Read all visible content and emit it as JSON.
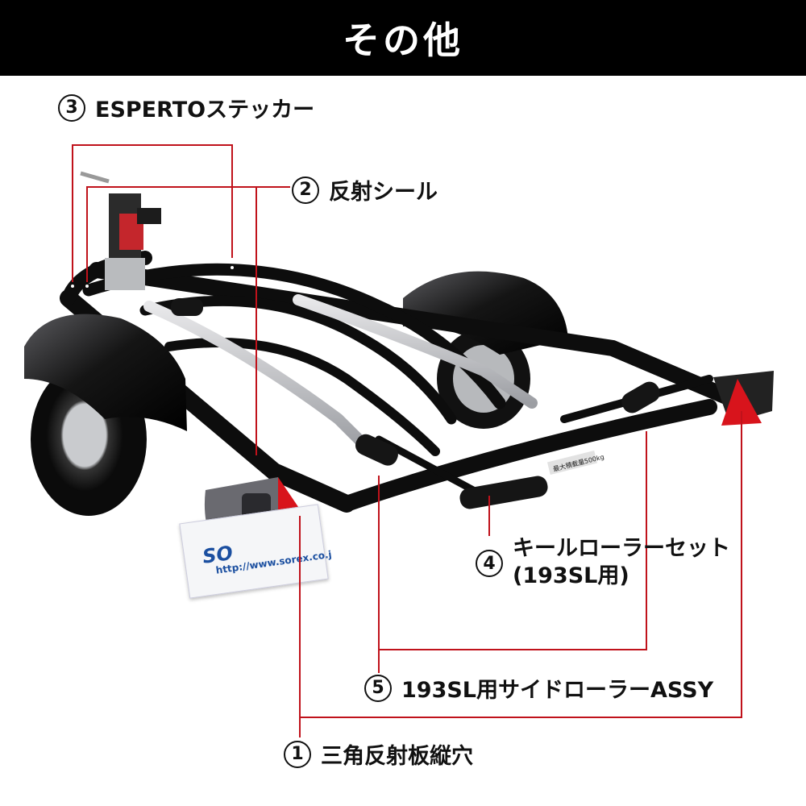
{
  "header": {
    "title": "その他"
  },
  "callouts": {
    "c3": {
      "number": "3",
      "label": "ESPERTOステッカー"
    },
    "c2": {
      "number": "2",
      "label": "反射シール"
    },
    "c4": {
      "number": "4",
      "label_line1": "キールローラーセット",
      "label_line2": "(193SL用)"
    },
    "c5": {
      "number": "5",
      "label": "193SL用サイドローラーASSY"
    },
    "c1": {
      "number": "1",
      "label": "三角反射板縦穴"
    }
  },
  "photo": {
    "sticker_logo": "SO",
    "sticker_url": "http://www.sorex.co.j",
    "plate_text": "最大積載量500kg"
  },
  "colors": {
    "leader_line": "#c0121b",
    "frame": "#0d0d0d",
    "reflector": "#d8141c"
  }
}
